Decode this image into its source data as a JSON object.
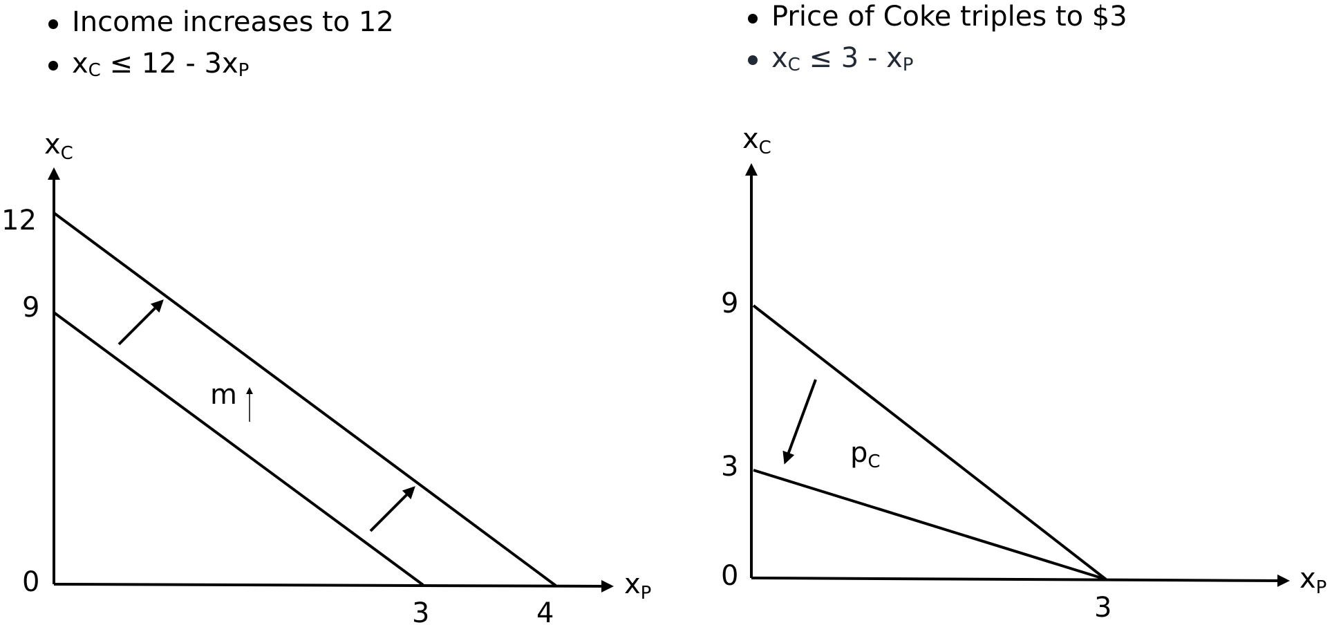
{
  "left_panel": {
    "bullets": [
      {
        "text": "Income increases to 12"
      },
      {
        "base": "x",
        "sub": "C",
        "rest": " ≤ 12 - 3x",
        "sub2": "P"
      }
    ],
    "y_axis": {
      "base": "x",
      "sub": "C"
    },
    "x_axis": {
      "base": "x",
      "sub": "P"
    },
    "y_ticks": [
      "12",
      "9",
      "0"
    ],
    "x_ticks": [
      "3",
      "4"
    ],
    "annotation": {
      "text": "m",
      "arrow": "up-arrow"
    },
    "lines": [
      {
        "name": "original",
        "x_intercept": 3,
        "y_intercept": 9
      },
      {
        "name": "new",
        "x_intercept": 4,
        "y_intercept": 12
      }
    ],
    "shift_arrows": [
      "outward-arrow",
      "outward-arrow"
    ]
  },
  "right_panel": {
    "bullets": [
      {
        "text": "Price of Coke triples to $3"
      },
      {
        "base": "x",
        "sub": "C",
        "rest": " ≤ 3 - x",
        "sub2": "P"
      }
    ],
    "y_axis": {
      "base": "x",
      "sub": "C"
    },
    "x_axis": {
      "base": "x",
      "sub": "P"
    },
    "y_ticks": [
      "9",
      "3",
      "0"
    ],
    "x_ticks": [
      "3"
    ],
    "annotation": {
      "base": "p",
      "sub": "C"
    },
    "lines": [
      {
        "name": "original",
        "x_intercept": 3,
        "y_intercept": 9
      },
      {
        "name": "new",
        "x_intercept": 3,
        "y_intercept": 3
      }
    ],
    "shift_arrows": [
      "inward-arrow"
    ]
  }
}
